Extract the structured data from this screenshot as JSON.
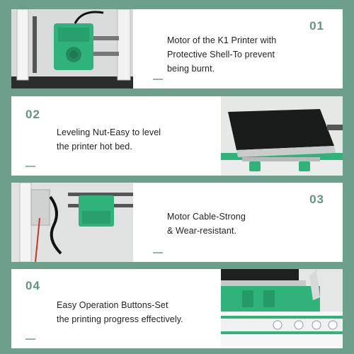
{
  "features": [
    {
      "number": "01",
      "lines": [
        "Motor of the K1 Printer with",
        "Protective Shell-To prevent",
        "being burnt."
      ],
      "photo_icon": "motor-shell-photo"
    },
    {
      "number": "02",
      "lines": [
        "Leveling Nut-Easy to level",
        "the printer hot bed."
      ],
      "photo_icon": "hot-bed-photo"
    },
    {
      "number": "03",
      "lines": [
        "Motor Cable-Strong",
        "& Wear-resistant."
      ],
      "photo_icon": "motor-cable-photo"
    },
    {
      "number": "04",
      "lines": [
        "Easy Operation Buttons-Set",
        "the printing progress effectively."
      ],
      "photo_icon": "operation-buttons-photo"
    }
  ],
  "colors": {
    "background": "#6d9f8d",
    "accent": "#5f9683",
    "printer_green": "#2fb37a",
    "text": "#222222"
  }
}
